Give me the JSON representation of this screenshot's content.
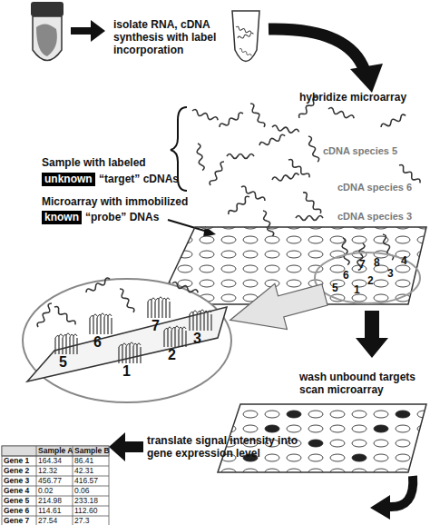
{
  "diagram": {
    "nodes": [
      {
        "text": [
          "unknown"
        ]
      },
      {
        "text": [
          "known"
        ]
      }
    ],
    "labels": [
      "isolate RNA, cDNA synthesis with label incorporation",
      "hybridize microarray",
      "Sample with labeled",
      "“target” cDNAs",
      "cDNA species 5",
      "cDNA species 6",
      "cDNA species 3",
      "Microarray with immobilized",
      "“probe” DNAs",
      "5",
      "6",
      "1",
      "7",
      "2",
      "8",
      "3",
      "4",
      "5",
      "6",
      "1",
      "7",
      "2",
      "3",
      "wash unbound targets scan microarray",
      "translate signal intensity into gene expression level",
      "Sample A",
      "Sample B",
      "Gene 1",
      "164.34",
      "86.41",
      "Gene 2",
      "12.32",
      "42.31",
      "Gene 3",
      "456.77",
      "416.57",
      "Gene 4",
      "0.02",
      "0.06",
      "Gene 5",
      "214.98",
      "233.18",
      "Gene 6",
      "114.61",
      "112.60",
      "Gene 7",
      "27.54",
      "27.3"
    ]
  }
}
